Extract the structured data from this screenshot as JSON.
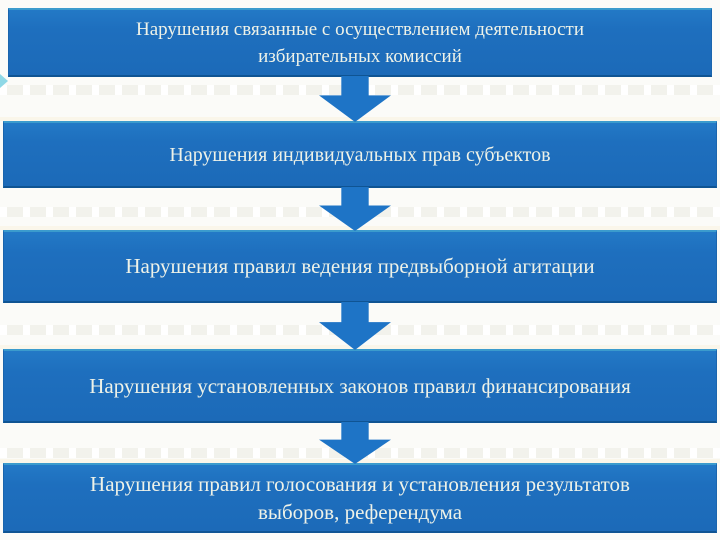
{
  "slide": {
    "kind": "flow-diagram",
    "connector_icon": "arrow-down",
    "colors": {
      "bar_blue": "#1e6fbe",
      "bar_top_edge": "#3b9bcd",
      "bar_bottom_edge": "#0f5493",
      "arrow_blue": "#1e74c6",
      "text": "#eef2e8",
      "background": "#fbfbf8"
    },
    "steps": [
      {
        "label": "Нарушения связанные с осуществлением деятельности избирательных комиссий",
        "lines": [
          "Нарушения связанные с осуществлением деятельности",
          "избирательных комиссий"
        ]
      },
      {
        "label": "Нарушения индивидуальных прав субъектов",
        "lines": [
          "Нарушения индивидуальных прав субъектов"
        ]
      },
      {
        "label": "Нарушения правил ведения предвыборной агитации",
        "lines": [
          "Нарушения правил ведения предвыборной агитации"
        ]
      },
      {
        "label": "Нарушения установленных законов правил финансирования",
        "lines": [
          "Нарушения установленных законов правил финансирования"
        ]
      },
      {
        "label": "Нарушения правил голосования и установления результатов выборов, референдума",
        "lines": [
          "Нарушения правил голосования и установления результатов",
          "выборов, референдума"
        ]
      }
    ]
  }
}
